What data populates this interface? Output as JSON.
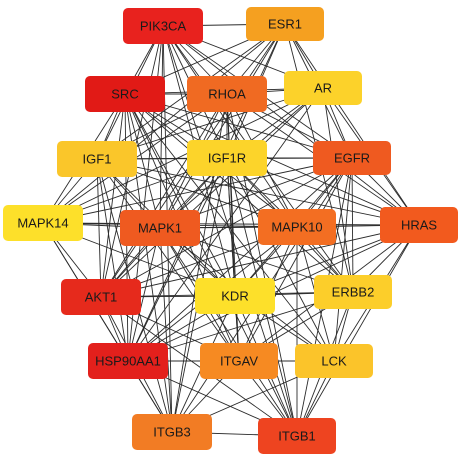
{
  "nodes": [
    {
      "id": "PIK3CA",
      "label": "PIK3CA",
      "color": "#e8221e"
    },
    {
      "id": "ESR1",
      "label": "ESR1",
      "color": "#f5a020"
    },
    {
      "id": "SRC",
      "label": "SRC",
      "color": "#e11a16"
    },
    {
      "id": "RHOA",
      "label": "RHOA",
      "color": "#f06a22"
    },
    {
      "id": "AR",
      "label": "AR",
      "color": "#fcd22a"
    },
    {
      "id": "IGF1",
      "label": "IGF1",
      "color": "#fac62a"
    },
    {
      "id": "IGF1R",
      "label": "IGF1R",
      "color": "#fcd42a"
    },
    {
      "id": "EGFR",
      "label": "EGFR",
      "color": "#ef5a20"
    },
    {
      "id": "MAPK14",
      "label": "MAPK14",
      "color": "#fde02a"
    },
    {
      "id": "MAPK1",
      "label": "MAPK1",
      "color": "#ef5a20"
    },
    {
      "id": "MAPK10",
      "label": "MAPK10",
      "color": "#f36e22"
    },
    {
      "id": "HRAS",
      "label": "HRAS",
      "color": "#f25a1e"
    },
    {
      "id": "AKT1",
      "label": "AKT1",
      "color": "#e62a1c"
    },
    {
      "id": "KDR",
      "label": "KDR",
      "color": "#fde02a"
    },
    {
      "id": "ERBB2",
      "label": "ERBB2",
      "color": "#fcce2a"
    },
    {
      "id": "HSP90AA1",
      "label": "HSP90AA1",
      "color": "#e3201c"
    },
    {
      "id": "ITGAV",
      "label": "ITGAV",
      "color": "#f68a22"
    },
    {
      "id": "LCK",
      "label": "LCK",
      "color": "#fbc42a"
    },
    {
      "id": "ITGB3",
      "label": "ITGB3",
      "color": "#f27c24"
    },
    {
      "id": "ITGB1",
      "label": "ITGB1",
      "color": "#ee4420"
    }
  ],
  "edges": [
    [
      "PIK3CA",
      "ESR1"
    ],
    [
      "PIK3CA",
      "SRC"
    ],
    [
      "PIK3CA",
      "RHOA"
    ],
    [
      "PIK3CA",
      "AR"
    ],
    [
      "PIK3CA",
      "IGF1"
    ],
    [
      "PIK3CA",
      "IGF1R"
    ],
    [
      "PIK3CA",
      "EGFR"
    ],
    [
      "PIK3CA",
      "MAPK1"
    ],
    [
      "PIK3CA",
      "MAPK10"
    ],
    [
      "PIK3CA",
      "HRAS"
    ],
    [
      "PIK3CA",
      "AKT1"
    ],
    [
      "PIK3CA",
      "KDR"
    ],
    [
      "PIK3CA",
      "ERBB2"
    ],
    [
      "PIK3CA",
      "HSP90AA1"
    ],
    [
      "PIK3CA",
      "ITGB3"
    ],
    [
      "PIK3CA",
      "ITGB1"
    ],
    [
      "ESR1",
      "SRC"
    ],
    [
      "ESR1",
      "RHOA"
    ],
    [
      "ESR1",
      "AR"
    ],
    [
      "ESR1",
      "IGF1"
    ],
    [
      "ESR1",
      "IGF1R"
    ],
    [
      "ESR1",
      "EGFR"
    ],
    [
      "ESR1",
      "MAPK1"
    ],
    [
      "ESR1",
      "MAPK14"
    ],
    [
      "ESR1",
      "HRAS"
    ],
    [
      "ESR1",
      "AKT1"
    ],
    [
      "ESR1",
      "ERBB2"
    ],
    [
      "ESR1",
      "HSP90AA1"
    ],
    [
      "SRC",
      "RHOA"
    ],
    [
      "SRC",
      "AR"
    ],
    [
      "SRC",
      "IGF1"
    ],
    [
      "SRC",
      "IGF1R"
    ],
    [
      "SRC",
      "EGFR"
    ],
    [
      "SRC",
      "MAPK14"
    ],
    [
      "SRC",
      "MAPK1"
    ],
    [
      "SRC",
      "MAPK10"
    ],
    [
      "SRC",
      "HRAS"
    ],
    [
      "SRC",
      "AKT1"
    ],
    [
      "SRC",
      "KDR"
    ],
    [
      "SRC",
      "ERBB2"
    ],
    [
      "SRC",
      "HSP90AA1"
    ],
    [
      "SRC",
      "ITGAV"
    ],
    [
      "SRC",
      "LCK"
    ],
    [
      "SRC",
      "ITGB3"
    ],
    [
      "SRC",
      "ITGB1"
    ],
    [
      "RHOA",
      "AR"
    ],
    [
      "RHOA",
      "IGF1"
    ],
    [
      "RHOA",
      "IGF1R"
    ],
    [
      "RHOA",
      "EGFR"
    ],
    [
      "RHOA",
      "MAPK14"
    ],
    [
      "RHOA",
      "MAPK1"
    ],
    [
      "RHOA",
      "MAPK10"
    ],
    [
      "RHOA",
      "HRAS"
    ],
    [
      "RHOA",
      "AKT1"
    ],
    [
      "RHOA",
      "KDR"
    ],
    [
      "RHOA",
      "ITGAV"
    ],
    [
      "RHOA",
      "ITGB3"
    ],
    [
      "RHOA",
      "ITGB1"
    ],
    [
      "AR",
      "IGF1"
    ],
    [
      "AR",
      "IGF1R"
    ],
    [
      "AR",
      "EGFR"
    ],
    [
      "AR",
      "MAPK1"
    ],
    [
      "AR",
      "MAPK14"
    ],
    [
      "AR",
      "AKT1"
    ],
    [
      "AR",
      "HRAS"
    ],
    [
      "AR",
      "ERBB2"
    ],
    [
      "AR",
      "HSP90AA1"
    ],
    [
      "IGF1",
      "IGF1R"
    ],
    [
      "IGF1",
      "EGFR"
    ],
    [
      "IGF1",
      "MAPK14"
    ],
    [
      "IGF1",
      "MAPK1"
    ],
    [
      "IGF1",
      "MAPK10"
    ],
    [
      "IGF1",
      "AKT1"
    ],
    [
      "IGF1",
      "KDR"
    ],
    [
      "IGF1",
      "HSP90AA1"
    ],
    [
      "IGF1",
      "ITGAV"
    ],
    [
      "IGF1",
      "ITGB3"
    ],
    [
      "IGF1",
      "HRAS"
    ],
    [
      "IGF1R",
      "EGFR"
    ],
    [
      "IGF1R",
      "MAPK14"
    ],
    [
      "IGF1R",
      "MAPK1"
    ],
    [
      "IGF1R",
      "MAPK10"
    ],
    [
      "IGF1R",
      "HRAS"
    ],
    [
      "IGF1R",
      "AKT1"
    ],
    [
      "IGF1R",
      "KDR"
    ],
    [
      "IGF1R",
      "ERBB2"
    ],
    [
      "IGF1R",
      "HSP90AA1"
    ],
    [
      "IGF1R",
      "ITGAV"
    ],
    [
      "IGF1R",
      "ITGB3"
    ],
    [
      "IGF1R",
      "ITGB1"
    ],
    [
      "IGF1R",
      "LCK"
    ],
    [
      "EGFR",
      "MAPK14"
    ],
    [
      "EGFR",
      "MAPK1"
    ],
    [
      "EGFR",
      "MAPK10"
    ],
    [
      "EGFR",
      "HRAS"
    ],
    [
      "EGFR",
      "AKT1"
    ],
    [
      "EGFR",
      "KDR"
    ],
    [
      "EGFR",
      "ERBB2"
    ],
    [
      "EGFR",
      "HSP90AA1"
    ],
    [
      "EGFR",
      "ITGAV"
    ],
    [
      "EGFR",
      "LCK"
    ],
    [
      "EGFR",
      "ITGB3"
    ],
    [
      "EGFR",
      "ITGB1"
    ],
    [
      "MAPK14",
      "MAPK1"
    ],
    [
      "MAPK14",
      "MAPK10"
    ],
    [
      "MAPK14",
      "AKT1"
    ],
    [
      "MAPK14",
      "KDR"
    ],
    [
      "MAPK14",
      "HSP90AA1"
    ],
    [
      "MAPK14",
      "ITGB3"
    ],
    [
      "MAPK14",
      "HRAS"
    ],
    [
      "MAPK1",
      "MAPK10"
    ],
    [
      "MAPK1",
      "HRAS"
    ],
    [
      "MAPK1",
      "AKT1"
    ],
    [
      "MAPK1",
      "KDR"
    ],
    [
      "MAPK1",
      "ERBB2"
    ],
    [
      "MAPK1",
      "HSP90AA1"
    ],
    [
      "MAPK1",
      "ITGAV"
    ],
    [
      "MAPK1",
      "LCK"
    ],
    [
      "MAPK1",
      "ITGB3"
    ],
    [
      "MAPK1",
      "ITGB1"
    ],
    [
      "MAPK10",
      "HRAS"
    ],
    [
      "MAPK10",
      "AKT1"
    ],
    [
      "MAPK10",
      "KDR"
    ],
    [
      "MAPK10",
      "ERBB2"
    ],
    [
      "MAPK10",
      "HSP90AA1"
    ],
    [
      "MAPK10",
      "ITGAV"
    ],
    [
      "MAPK10",
      "LCK"
    ],
    [
      "MAPK10",
      "ITGB1"
    ],
    [
      "HRAS",
      "AKT1"
    ],
    [
      "HRAS",
      "KDR"
    ],
    [
      "HRAS",
      "ERBB2"
    ],
    [
      "HRAS",
      "HSP90AA1"
    ],
    [
      "HRAS",
      "LCK"
    ],
    [
      "HRAS",
      "ITGB1"
    ],
    [
      "HRAS",
      "ITGAV"
    ],
    [
      "AKT1",
      "KDR"
    ],
    [
      "AKT1",
      "ERBB2"
    ],
    [
      "AKT1",
      "HSP90AA1"
    ],
    [
      "AKT1",
      "ITGAV"
    ],
    [
      "AKT1",
      "ITGB3"
    ],
    [
      "AKT1",
      "ITGB1"
    ],
    [
      "KDR",
      "ERBB2"
    ],
    [
      "KDR",
      "HSP90AA1"
    ],
    [
      "KDR",
      "ITGAV"
    ],
    [
      "KDR",
      "LCK"
    ],
    [
      "KDR",
      "ITGB3"
    ],
    [
      "KDR",
      "ITGB1"
    ],
    [
      "ERBB2",
      "HSP90AA1"
    ],
    [
      "ERBB2",
      "LCK"
    ],
    [
      "ERBB2",
      "ITGB1"
    ],
    [
      "ERBB2",
      "ITGAV"
    ],
    [
      "HSP90AA1",
      "ITGAV"
    ],
    [
      "HSP90AA1",
      "ITGB3"
    ],
    [
      "HSP90AA1",
      "ITGB1"
    ],
    [
      "HSP90AA1",
      "LCK"
    ],
    [
      "ITGAV",
      "LCK"
    ],
    [
      "ITGAV",
      "ITGB3"
    ],
    [
      "ITGAV",
      "ITGB1"
    ],
    [
      "LCK",
      "ITGB1"
    ],
    [
      "LCK",
      "ITGB3"
    ],
    [
      "ITGB3",
      "ITGB1"
    ]
  ]
}
